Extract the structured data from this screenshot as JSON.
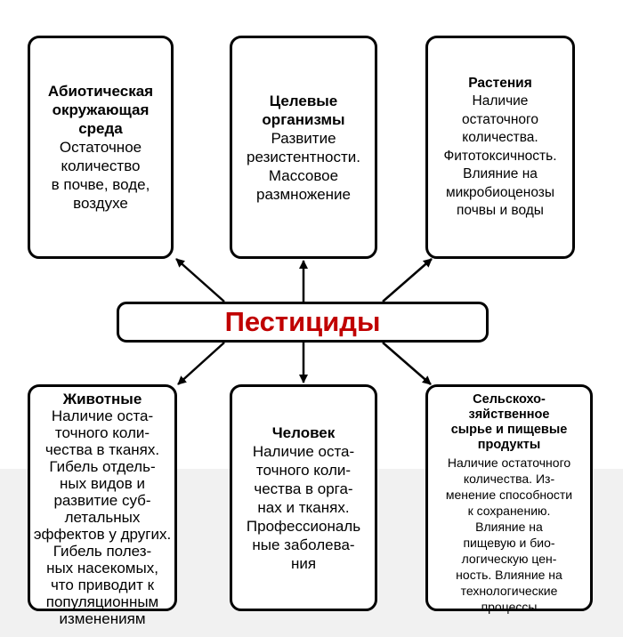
{
  "center": {
    "label": "Пестициды",
    "color": "#c00000"
  },
  "boxes": {
    "abiotic": {
      "title_lines": [
        "Абиотическая",
        "окружающая",
        "среда"
      ],
      "text_lines": [
        "Остаточное",
        "количество",
        "в почве, воде,",
        "воздухе"
      ]
    },
    "target": {
      "title_lines": [
        "Целевые",
        "организмы"
      ],
      "text_lines": [
        "Развитие",
        "резистентности.",
        "Массовое",
        "размножение"
      ]
    },
    "plants": {
      "title_lines": [
        "Растения"
      ],
      "text_lines": [
        "Наличие",
        "остаточного",
        "количества.",
        "Фитотоксичность.",
        "Влияние на",
        "микробиоценозы",
        "почвы и воды"
      ]
    },
    "animals": {
      "title_lines": [
        "Животные"
      ],
      "text_lines": [
        "Наличие оста-",
        "точного коли-",
        "чества в тканях.",
        "Гибель отдель-",
        "ных видов и",
        "развитие суб-",
        "летальных",
        "эффектов у других.",
        "Гибель полез-",
        "ных насекомых,",
        "что приводит к",
        "популяционным",
        "изменениям"
      ]
    },
    "human": {
      "title_lines": [
        "Человек"
      ],
      "text_lines": [
        "Наличие оста-",
        "точного коли-",
        "чества в орга-",
        "нах и тканях.",
        "Профессиональ",
        "ные заболева-",
        "ния"
      ]
    },
    "agri": {
      "title_lines": [
        "Сельскохо-",
        "зяйственное",
        "сырье и пищевые",
        "продукты"
      ],
      "text_lines": [
        "Наличие остаточного",
        "количества. Из-",
        "менение способности",
        "к сохранению.",
        "Влияние на",
        "пищевую и био-",
        "логическую цен-",
        "ность. Влияние на",
        "технологические",
        "процессы"
      ]
    }
  }
}
